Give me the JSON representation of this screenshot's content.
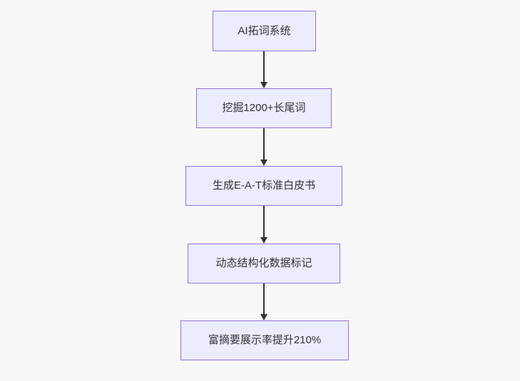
{
  "diagram": {
    "type": "flowchart",
    "direction": "top-down",
    "nodes": [
      {
        "id": "A",
        "label": "AI拓词系统"
      },
      {
        "id": "B",
        "label": "挖掘1200+长尾词"
      },
      {
        "id": "C",
        "label": "生成E-A-T标准白皮书"
      },
      {
        "id": "D",
        "label": "动态结构化数据标记"
      },
      {
        "id": "E",
        "label": "富摘要展示率提升210%"
      }
    ],
    "edges": [
      {
        "from": "A",
        "to": "B",
        "style": "arrow-down"
      },
      {
        "from": "B",
        "to": "C",
        "style": "arrow-down"
      },
      {
        "from": "C",
        "to": "D",
        "style": "arrow-down"
      },
      {
        "from": "D",
        "to": "E",
        "style": "arrow-down"
      }
    ],
    "colors": {
      "background": "#f8f8f8",
      "node_fill": "#ececff",
      "node_border": "#9370db",
      "edge": "#333333",
      "text": "#333333"
    }
  }
}
